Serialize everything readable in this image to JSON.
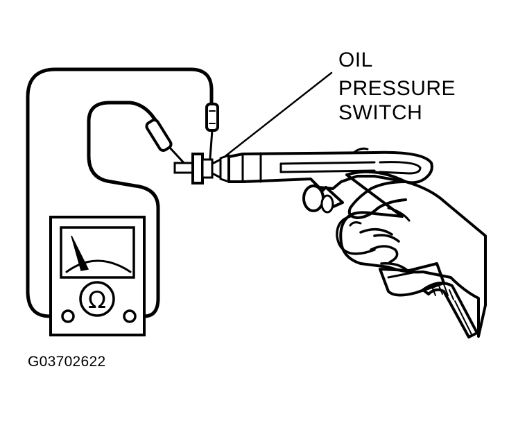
{
  "callout": {
    "line1": "OIL",
    "line2": "PRESSURE",
    "line3": "SWITCH"
  },
  "figure_id": "G03702622",
  "meter": {
    "symbol": "Ω"
  },
  "colors": {
    "ink": "#000000",
    "paper": "#ffffff"
  }
}
